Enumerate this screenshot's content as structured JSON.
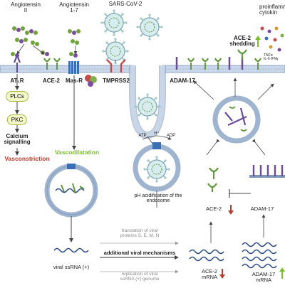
{
  "labels": {
    "angiotensin_ii": "Angiotensin\nII",
    "angiotensin_1_7": "Angiotensin\n1-7",
    "sars_cov_2": "SARS-CoV-2",
    "proinflammatory": "proinflamma\ncytokin",
    "ace2_shedding": "ACE-2\nshedding",
    "cytokines_small": "TNFα\nIL-6 IFNγ",
    "at1r": "AT₁R",
    "ace2_receptor": "ACE-2",
    "mas_r": "Mas-R",
    "tmprss2": "TMPRSS2",
    "adam17": "ADAM-17",
    "plcs": "PLCs",
    "pkc": "PKC",
    "calcium_signalling": "Calcium\nsignalling",
    "vasoconstriction": "Vasconstriction",
    "vasodilatation": "Vascodilatation",
    "atp": "ATP",
    "h_plus": "H⁺",
    "adp": "ADP",
    "ph_acidification": "pH acidification of the\nendosome",
    "ace2_lower": "ACE-2",
    "adam17_lower": "ADAM-17",
    "translation": "translation of viral\nproteins S, E, M, N",
    "additional": "additional viral mechanisms",
    "replication": "replication of viral\nssRNA (+) genome",
    "viral_ssrna": "viral ssRNA (+)",
    "ace2_mrna": "ACE-2\nmRNA",
    "adam17_mrna": "ADAM-17\nmRNA"
  },
  "colors": {
    "membrane": "#9fb4cf",
    "receptor_green": "#5f9a3a",
    "receptor_purple": "#6b4a9a",
    "virus": "#c8e2e6",
    "red_arrow": "#c0392b",
    "green_arrow": "#7cbf2e"
  }
}
